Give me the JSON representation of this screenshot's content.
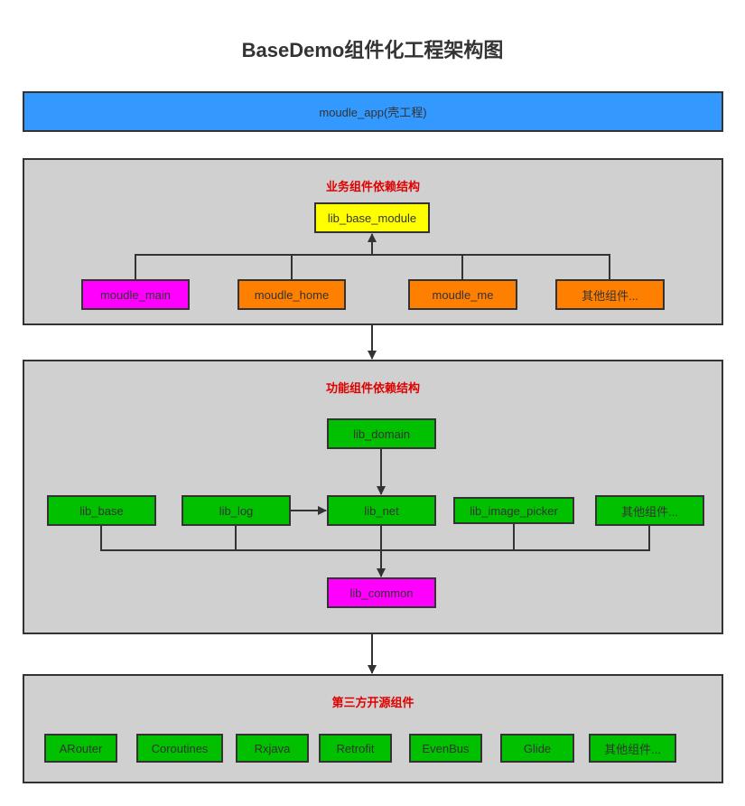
{
  "title": "BaseDemo组件化工程架构图",
  "shell": {
    "label": "moudle_app(壳工程)"
  },
  "business": {
    "heading": "业务组件依赖结构",
    "base": "lib_base_module",
    "modules": [
      "moudle_main",
      "moudle_home",
      "moudle_me",
      "其他组件..."
    ]
  },
  "function": {
    "heading": "功能组件依赖结构",
    "domain": "lib_domain",
    "net": "lib_net",
    "common": "lib_common",
    "libs": [
      "lib_base",
      "lib_log",
      "lib_image_picker",
      "其他组件..."
    ]
  },
  "third_party": {
    "heading": "第三方开源组件",
    "libs": [
      "ARouter",
      "Coroutines",
      "Rxjava",
      "Retrofit",
      "EvenBus",
      "Glide",
      "其他组件..."
    ]
  },
  "colors": {
    "shell": "#3399ff",
    "panel": "#d0d0d0",
    "heading": "#e00000",
    "green": "#00c000",
    "magenta": "#ff00ff",
    "orange": "#ff8000",
    "yellow": "#ffff00",
    "line": "#333333"
  }
}
